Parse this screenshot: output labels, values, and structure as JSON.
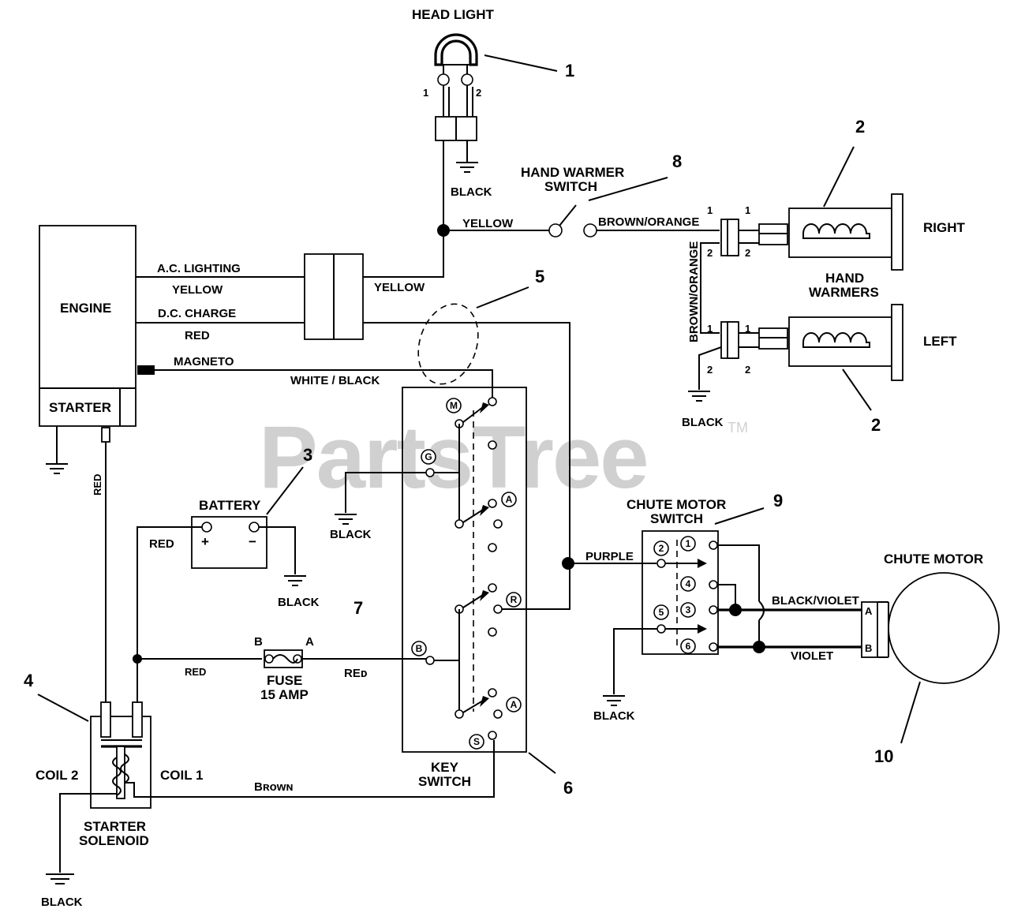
{
  "watermark": {
    "text": "PartsTree",
    "tm": "TM"
  },
  "components": {
    "head_light": "HEAD LIGHT",
    "engine": "ENGINE",
    "starter": "STARTER",
    "battery": "BATTERY",
    "fuse_line1": "FUSE",
    "fuse_line2": "15 AMP",
    "key_switch_line1": "KEY",
    "key_switch_line2": "SWITCH",
    "hand_warmer_switch_line1": "HAND WARMER",
    "hand_warmer_switch_line2": "SWITCH",
    "hand_warmers_line1": "HAND",
    "hand_warmers_line2": "WARMERS",
    "right": "RIGHT",
    "left": "LEFT",
    "chute_motor_switch_line1": "CHUTE MOTOR",
    "chute_motor_switch_line2": "SWITCH",
    "chute_motor": "CHUTE MOTOR",
    "starter_solenoid_line1": "STARTER",
    "starter_solenoid_line2": "SOLENOID",
    "coil1": "COIL 1",
    "coil2": "COIL 2"
  },
  "wires": {
    "ac_lighting": "A.C. LIGHTING",
    "yellow_engine": "YELLOW",
    "dc_charge": "D.C. CHARGE",
    "red_engine": "RED",
    "magneto": "MAGNETO",
    "white_black": "WHITE / BLACK",
    "yellow_connector": "YELLOW",
    "yellow_switch": "YELLOW",
    "brown_orange_h": "BROWN/ORANGE",
    "brown_orange_v": "BROWN/ORANGE",
    "purple": "PURPLE",
    "black_violet": "BLACK/VIOLET",
    "violet": "VIOLET",
    "red_starter": "RED",
    "red_battery": "RED",
    "red_fuse_left": "RED",
    "red_fuse_right": "REᴅ",
    "brown": "Bʀᴏᴡɴ",
    "black_headlight": "BLACK",
    "black_warmers": "BLACK",
    "black_key": "BLACK",
    "black_battery": "BLACK",
    "black_chute": "BLACK",
    "black_solenoid": "BLACK"
  },
  "pins": {
    "headlight_1": "1",
    "headlight_2": "2",
    "warmer_right_1a": "1",
    "warmer_right_1b": "1",
    "warmer_right_2a": "2",
    "warmer_right_2b": "2",
    "warmer_left_1a": "1",
    "warmer_left_1b": "1",
    "warmer_left_2a": "2",
    "warmer_left_2b": "2",
    "battery_plus": "+",
    "battery_minus": "−",
    "fuse_b": "B",
    "fuse_a": "A",
    "motor_a": "A",
    "motor_b": "B"
  },
  "key_terminals": {
    "m": "M",
    "g": "G",
    "a1": "A",
    "r": "R",
    "b": "B",
    "a2": "A",
    "s": "S"
  },
  "chute_terminals": {
    "t1": "1",
    "t2": "2",
    "t3": "3",
    "t4": "4",
    "t5": "5",
    "t6": "6"
  },
  "callouts": {
    "c1": "1",
    "c2_top": "2",
    "c2_bottom": "2",
    "c3": "3",
    "c4": "4",
    "c5": "5",
    "c6": "6",
    "c7": "7",
    "c8": "8",
    "c9": "9",
    "c10": "10"
  }
}
